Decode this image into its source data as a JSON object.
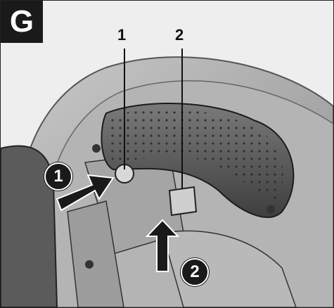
{
  "figure": {
    "letter": "G",
    "callouts": [
      {
        "id": "callout-1",
        "label": "1"
      },
      {
        "id": "callout-2",
        "label": "2"
      }
    ],
    "steps": [
      {
        "id": "step-1",
        "label": "1"
      },
      {
        "id": "step-2",
        "label": "2"
      }
    ]
  }
}
